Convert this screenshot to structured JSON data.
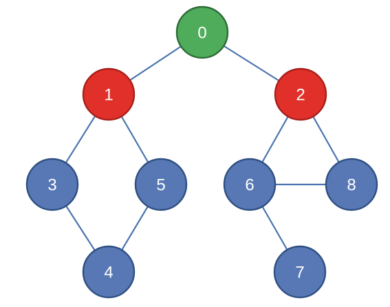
{
  "graph": {
    "node_fills": {
      "root": "#4eac5b",
      "highlight": "#e1302a",
      "default": "#5878b5"
    },
    "node_strokes": {
      "root": "#2e6b36",
      "highlight": "#a71f1a",
      "default": "#2f4f82"
    },
    "edge_color": "#4a74ad",
    "nodes": [
      {
        "id": "0",
        "label": "0",
        "role": "root"
      },
      {
        "id": "1",
        "label": "1",
        "role": "highlight"
      },
      {
        "id": "2",
        "label": "2",
        "role": "highlight"
      },
      {
        "id": "3",
        "label": "3",
        "role": "default"
      },
      {
        "id": "5",
        "label": "5",
        "role": "default"
      },
      {
        "id": "4",
        "label": "4",
        "role": "default"
      },
      {
        "id": "6",
        "label": "6",
        "role": "default"
      },
      {
        "id": "8",
        "label": "8",
        "role": "default"
      },
      {
        "id": "7",
        "label": "7",
        "role": "default"
      }
    ],
    "edges": [
      {
        "from": "0",
        "to": "1"
      },
      {
        "from": "0",
        "to": "2"
      },
      {
        "from": "1",
        "to": "3"
      },
      {
        "from": "1",
        "to": "5"
      },
      {
        "from": "3",
        "to": "4"
      },
      {
        "from": "5",
        "to": "4"
      },
      {
        "from": "2",
        "to": "6"
      },
      {
        "from": "2",
        "to": "8"
      },
      {
        "from": "6",
        "to": "8"
      },
      {
        "from": "6",
        "to": "7"
      }
    ]
  }
}
